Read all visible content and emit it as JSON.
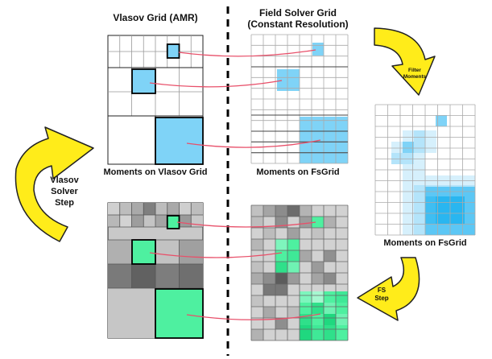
{
  "labels": {
    "vlasov_grid_title": "Vlasov Grid (AMR)",
    "fs_grid_title_line1": "Field Solver Grid",
    "fs_grid_title_line2": "(Constant Resolution)",
    "moments_on_vlasov_grid": "Moments on Vlasov Grid",
    "moments_on_fsgrid_center": "Moments on FsGrid",
    "moments_on_fsgrid_right": "Moments on FsGrid",
    "filter_moments_line1": "Filter",
    "filter_moments_line2": "Moments",
    "vlasov_solver_step_line1": "Vlasov",
    "vlasov_solver_step_line2": "Solver",
    "vlasov_solver_step_line3": "Step",
    "fs_step_line1": "FS",
    "fs_step_line2": "Step"
  },
  "colors": {
    "moment_blue": "#7fd3f7",
    "filtered_blue_dark": "#29b6f0",
    "moment_green": "#4ef0a0",
    "connector_red": "#e8506a",
    "arrow_yellow": "#ffec1a",
    "grid_line": "#222222"
  }
}
